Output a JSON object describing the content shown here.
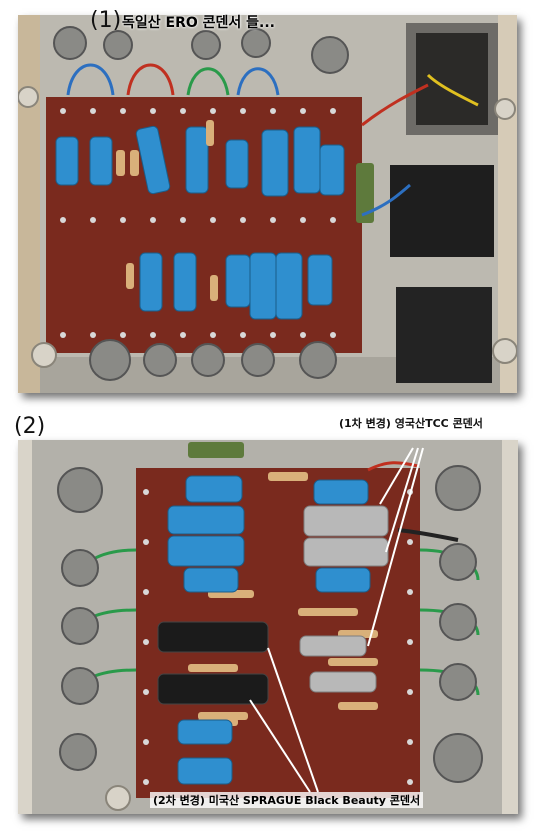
{
  "photo1": {
    "number": "(1)",
    "caption": "독일산 ERO 콘덴서 들..."
  },
  "photo2": {
    "number": "(2)",
    "label_top": "(1차 변경) 영국산TCC 콘덴서",
    "label_bottom": "(2차 변경) 미국산 SPRAGUE Black Beauty 콘덴서"
  },
  "colors": {
    "board": "#7a2a1e",
    "chassis": "#b9b6ad",
    "cap_blue": "#2f8fcf",
    "cap_silver": "#b8b8b8",
    "cap_black": "#1b1b1b"
  }
}
